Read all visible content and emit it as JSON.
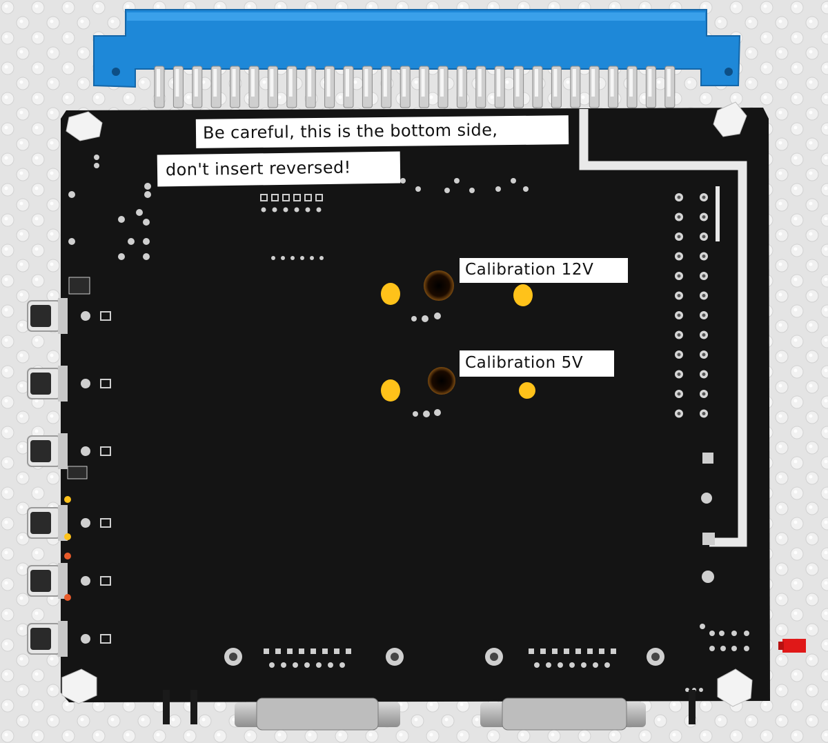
{
  "labels": {
    "bottom_side_line1": "Be careful, this is the bottom side,",
    "bottom_side_line2": "don't insert reversed!",
    "calibration_12v": "Calibration 12V",
    "calibration_5v": "Calibration 5V"
  },
  "colors": {
    "board": "#141414",
    "edge_connector": "#1e88d8",
    "trace": "#e9e9e9",
    "solder": "#cfcfcf",
    "yellow_marker": "#ffc21a",
    "background": "#e6e6e6"
  }
}
